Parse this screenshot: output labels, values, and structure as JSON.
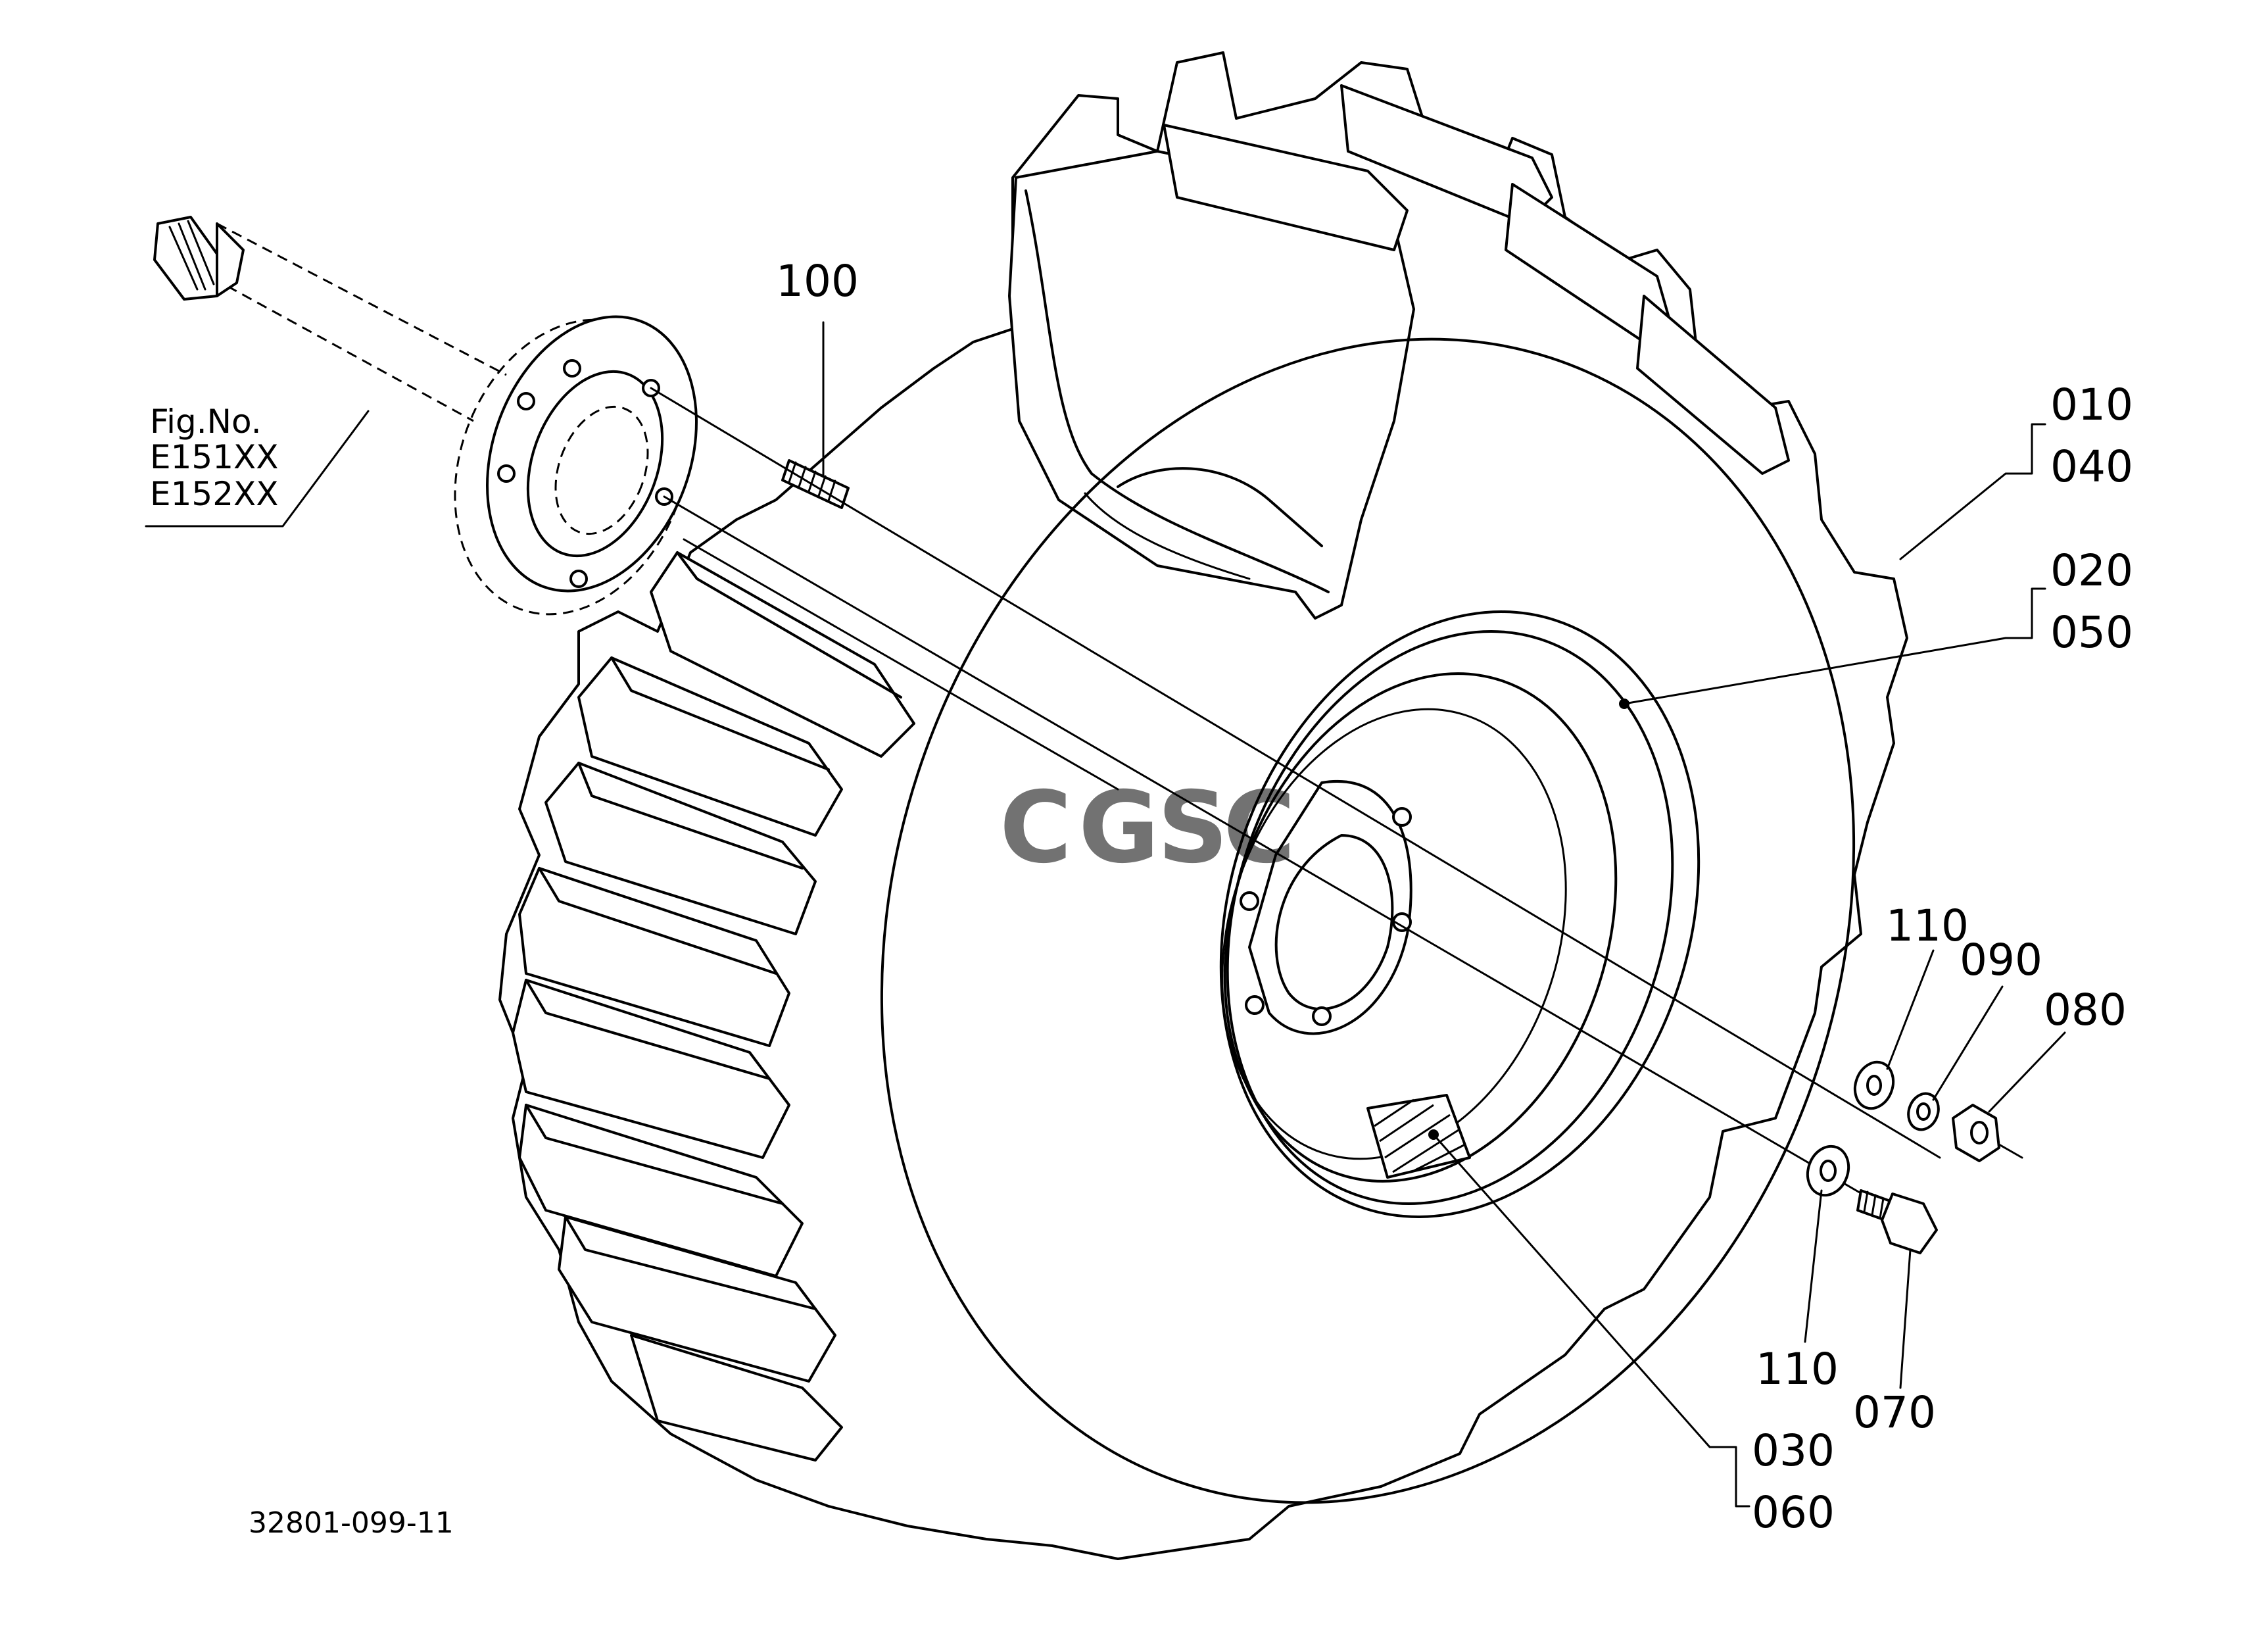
{
  "figure": {
    "label": "Fig.No.",
    "numbers": [
      "E151XX",
      "E152XX"
    ]
  },
  "drawing_number": "32801-099-11",
  "watermark": {
    "letters": [
      "C",
      "G",
      "S",
      "C"
    ],
    "colors": [
      "#4285F4",
      "#EA4335",
      "#FBBC05",
      "#34A853"
    ]
  },
  "callouts": {
    "c100": "100",
    "c010": "010",
    "c040": "040",
    "c020": "020",
    "c050": "050",
    "c110a": "110",
    "c090": "090",
    "c080": "080",
    "c110b": "110",
    "c070": "070",
    "c030": "030",
    "c060": "060"
  }
}
